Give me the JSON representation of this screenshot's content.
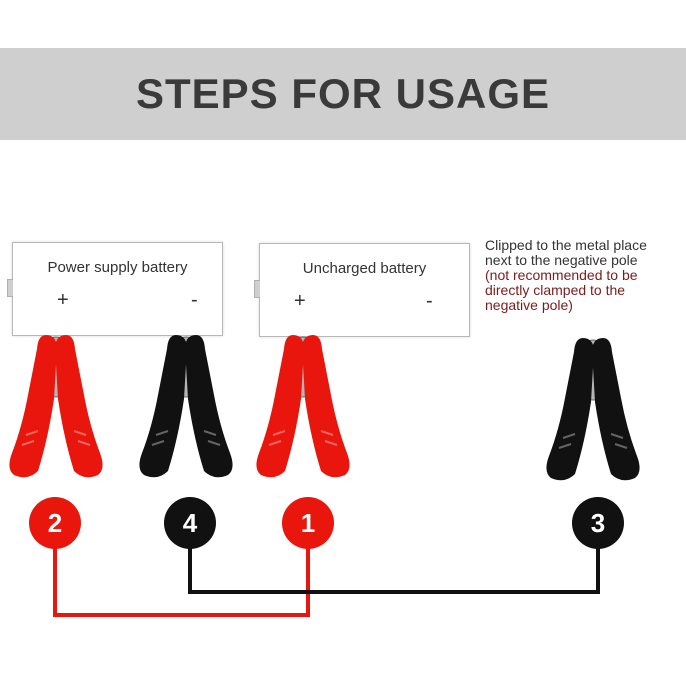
{
  "header": {
    "title": "STEPS FOR USAGE"
  },
  "batteries": [
    {
      "name": "Power supply battery",
      "positive": "+",
      "negative": "-"
    },
    {
      "name": "Uncharged battery",
      "positive": "+",
      "negative": "-"
    }
  ],
  "note": {
    "line1": "Clipped to the metal place",
    "line2": "next to the negative pole",
    "warning1": "(not recommended to be",
    "warning2": "directly clamped to the",
    "warning3": "negative pole)"
  },
  "steps": [
    {
      "number": "2",
      "clamp_color": "red"
    },
    {
      "number": "4",
      "clamp_color": "black"
    },
    {
      "number": "1",
      "clamp_color": "red"
    },
    {
      "number": "3",
      "clamp_color": "black"
    }
  ],
  "colors": {
    "red": "#e8160c",
    "black": "#111111",
    "banner": "#cfcfcf",
    "title": "#3a3a3a",
    "warning_text": "#7a1c1c"
  }
}
